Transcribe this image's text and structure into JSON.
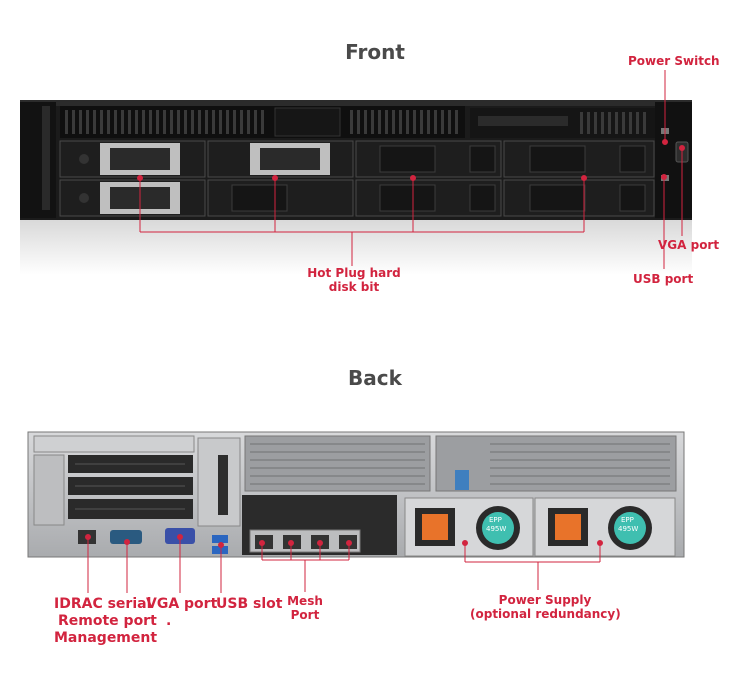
{
  "front": {
    "title": "Front",
    "labels": {
      "power_switch": "Power Switch",
      "vga_port": "VGA port",
      "usb_port": "USB port",
      "hot_plug_line1": "Hot Plug hard",
      "hot_plug_line2": "disk bit"
    },
    "psu_rating": "495W"
  },
  "back": {
    "title": "Back",
    "labels": {
      "idrac_line1": "IDRAC serial",
      "idrac_line2": "Remote  port",
      "idrac_line3": "Management",
      "vga_port": "VGA port",
      "vga_dot": ".",
      "usb_slot": "USB slot",
      "mesh_line1": "Mesh",
      "mesh_line2": "Port",
      "psu_line1": "Power Supply",
      "psu_line2": "(optional redundancy)"
    },
    "psu_brand": "EPP",
    "psu_rating": "495W"
  },
  "colors": {
    "accent": "#d2243f",
    "title": "#4a4a4a",
    "chassis": "#1a1a1a",
    "metal": "#bfc1c4"
  }
}
